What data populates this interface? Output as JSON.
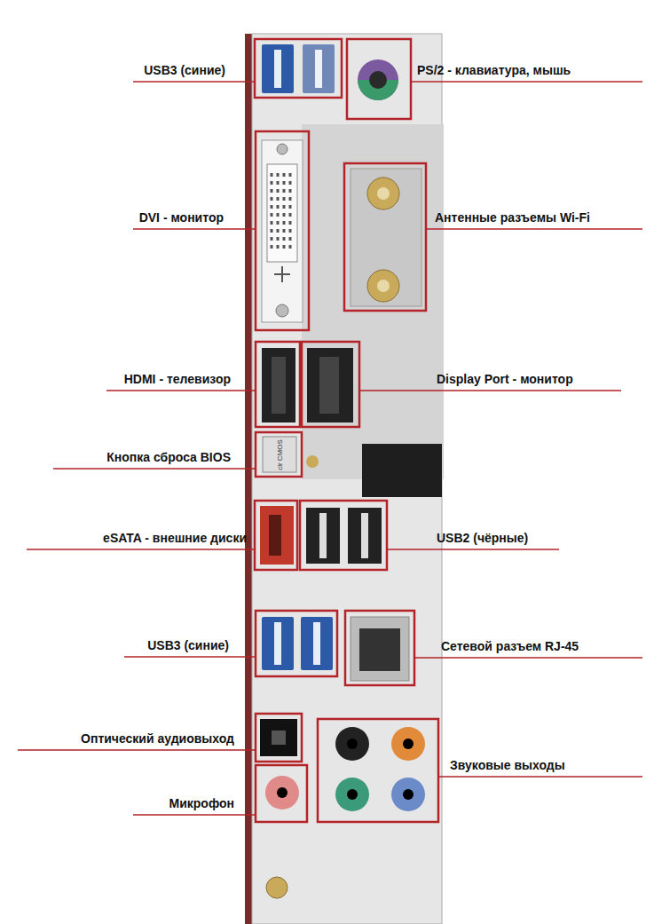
{
  "diagram": {
    "labels": [
      "USB3 (синие)",
      "PS/2 - клавиатура, мышь",
      "DVI - монитор",
      "Антенные разъемы Wi-Fi",
      "HDMI - телевизор",
      "Display Port - монитор",
      "Кнопка сброса BIOS",
      "eSATA - внешние диски",
      "USB2 (чёрные)",
      "USB3 (синие)",
      "Сетевой разъем RJ-45",
      "Оптический аудиовыход",
      "Звуковые выходы",
      "Микрофон",
      "clr CMOS"
    ]
  }
}
